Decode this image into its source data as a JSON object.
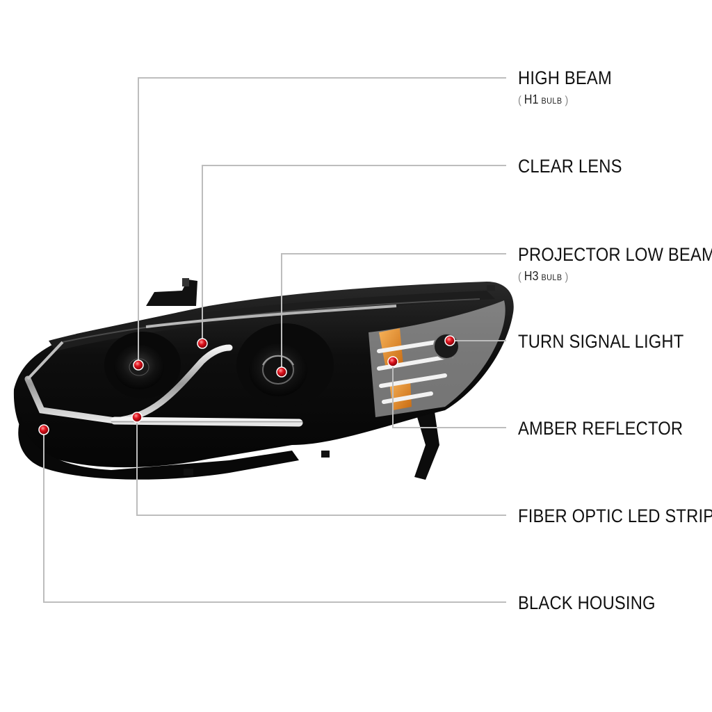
{
  "callouts": [
    {
      "id": "high-beam",
      "label": "HIGH BEAM",
      "sub": {
        "open": "(",
        "code": "H1",
        "word": "BULB",
        "close": ")"
      }
    },
    {
      "id": "clear-lens",
      "label": "CLEAR LENS"
    },
    {
      "id": "projector-low-beam",
      "label": "PROJECTOR LOW BEAM",
      "sub": {
        "open": "(",
        "code": "H3",
        "word": "BULB",
        "close": ")"
      }
    },
    {
      "id": "turn-signal-light",
      "label": "TURN SIGNAL LIGHT"
    },
    {
      "id": "amber-reflector",
      "label": "AMBER REFLECTOR"
    },
    {
      "id": "fiber-optic-led-strip",
      "label": "FIBER OPTIC LED STRIP"
    },
    {
      "id": "black-housing",
      "label": "BLACK HOUSING"
    }
  ],
  "colors": {
    "leader_line": "#bdbdbd",
    "marker": "#e0141e",
    "housing": "#0b0b0b",
    "chrome": "#d9d9d9",
    "amber": "#e58a1f"
  }
}
